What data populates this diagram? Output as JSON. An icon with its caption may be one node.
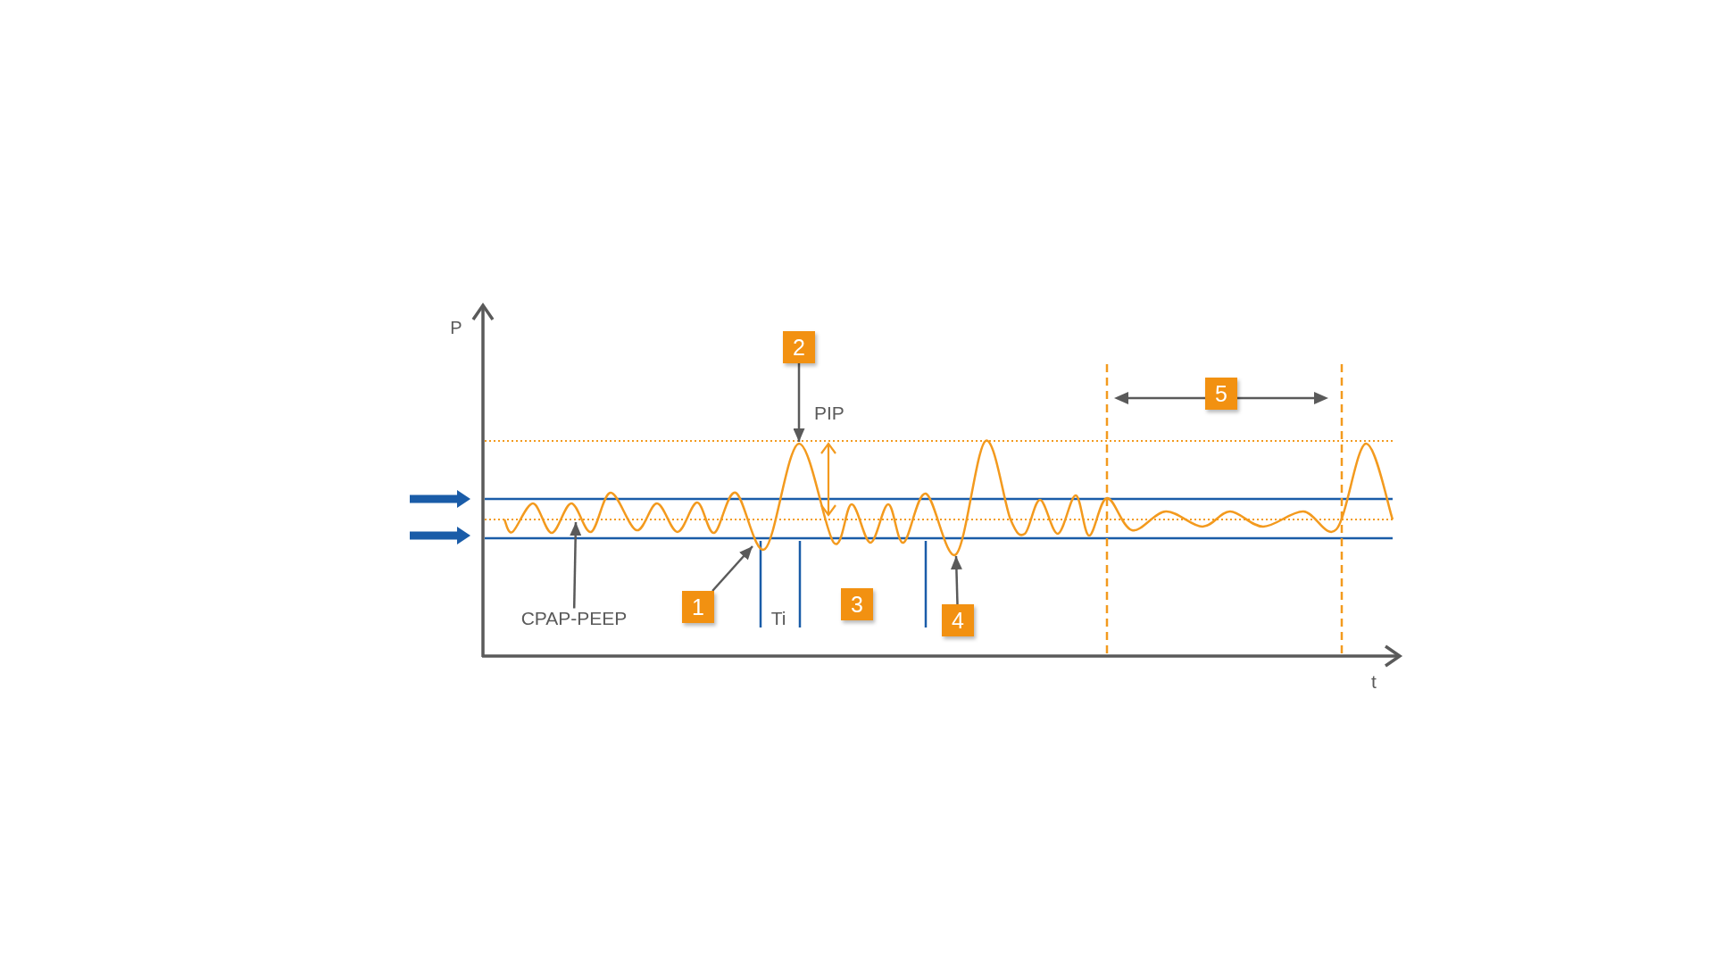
{
  "diagram": {
    "nodes": [
      {
        "text": [
          "2"
        ]
      },
      {
        "text": [
          "5"
        ]
      },
      {
        "text": [
          "CPAP-PEEP"
        ]
      },
      {
        "text": [
          "1"
        ]
      },
      {
        "text": [
          "3"
        ]
      },
      {
        "text": [
          "4"
        ]
      },
      {
        "text": [],
        "shape": "curve"
      }
    ],
    "edges": [
      {
        "from": 0,
        "to": 6,
        "arrow": "to"
      },
      {
        "from": 2,
        "to": 6,
        "arrow": "to"
      },
      {
        "from": 3,
        "to": 6,
        "arrow": "to"
      },
      {
        "from": 5,
        "to": 6,
        "arrow": "to"
      }
    ],
    "labels": [
      "P",
      "PIP",
      "Ti",
      "t"
    ]
  }
}
